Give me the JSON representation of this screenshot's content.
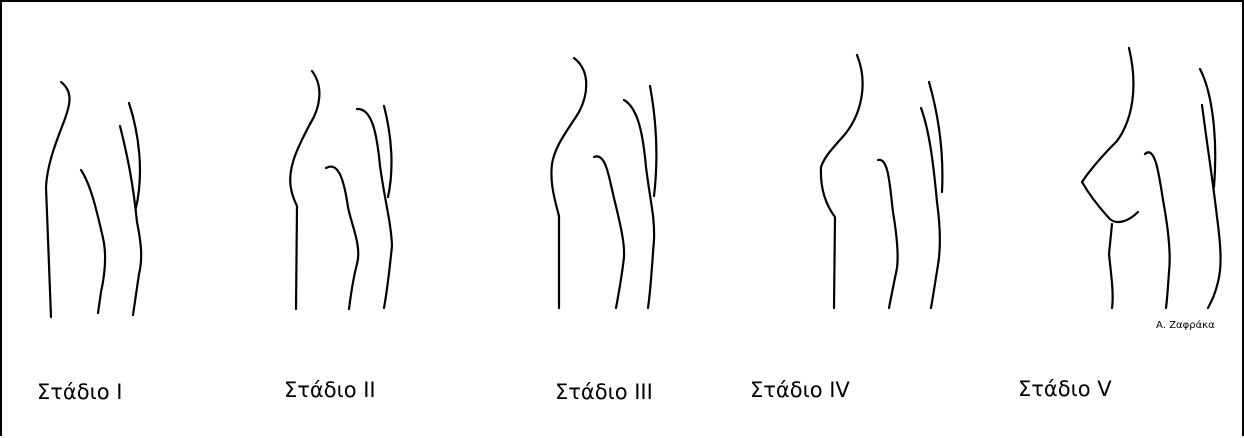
{
  "stages": [
    {
      "label": "Στάδιο I"
    },
    {
      "label": "Στάδιο II"
    },
    {
      "label": "Στάδιο III"
    },
    {
      "label": "Στάδιο IV"
    },
    {
      "label": "Στάδιο V"
    }
  ],
  "credit": "Α. Ζαφράκα"
}
